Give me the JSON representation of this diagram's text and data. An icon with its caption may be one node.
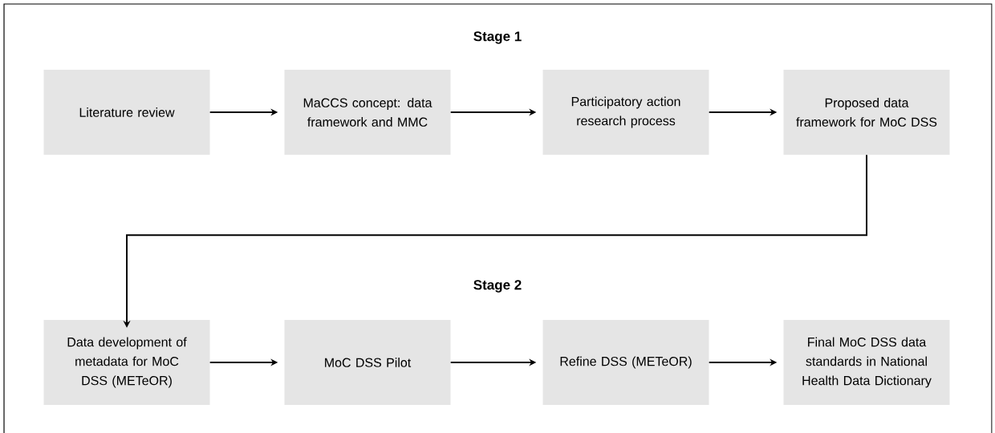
{
  "diagram": {
    "nodes": [
      {
        "text": [
          "Literature review"
        ]
      },
      {
        "text": [
          "MaCCS concept: data framework and MMC"
        ]
      },
      {
        "text": [
          "Participatory action research process"
        ]
      },
      {
        "text": [
          "Proposed data framework for MoC DSS"
        ]
      },
      {
        "text": [
          "Data development of metadata for MoC DSS (METeOR)"
        ]
      },
      {
        "text": [
          "MoC DSS Pilot"
        ]
      },
      {
        "text": [
          "Refine DSS (METeOR)"
        ]
      },
      {
        "text": [
          "Final MoC DSS data standards in National Health Data Dictionary"
        ]
      }
    ],
    "edges": [
      {
        "from": 0,
        "to": 1,
        "arrow": "to"
      },
      {
        "from": 1,
        "to": 2,
        "arrow": "to"
      },
      {
        "from": 2,
        "to": 3,
        "arrow": "to"
      },
      {
        "from": 3,
        "to": 4,
        "arrow": "to"
      },
      {
        "from": 4,
        "to": 5,
        "arrow": "to"
      },
      {
        "from": 5,
        "to": 6,
        "arrow": "to"
      },
      {
        "from": 6,
        "to": 7,
        "arrow": "to"
      }
    ],
    "labels": [
      "Stage 1",
      "Stage 2"
    ]
  }
}
